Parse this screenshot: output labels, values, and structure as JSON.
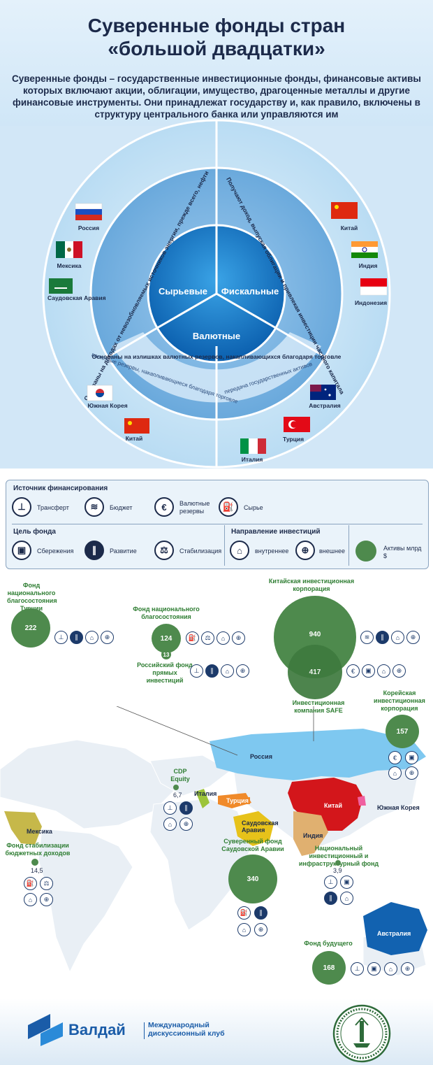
{
  "header": {
    "title_line1": "Суверенные фонды стран",
    "title_line2": "«большой двадцатки»",
    "intro": "Суверенные фонды – государственные инвестиционные фонды, финансовые активы которых включают акции, облигации, имущество, драгоценные металлы и другие финансовые инструменты. Они принадлежат государству и, как правило, включены в структуру центрального банка или управляются им"
  },
  "wheel": {
    "center_raw": "Сырьевые",
    "center_fiscal": "Фискальные",
    "center_currency": "Валютные",
    "ring_raw": "Основаны на доходах от невозобновляемых источников энергии, прежде всего, нефти",
    "ring_fiscal": "Получают доход, выпуская облигации и привлекая инвестиции частного капитала",
    "ring_currency": "Основаны на излишках валютных резервов, накапливающихся благодаря торговле",
    "sub_left": "валютные резервы, накапливающиеся благодаря торговле",
    "sub_right": "передача государственных активов",
    "countries": {
      "russia": "Россия",
      "mexico": "Мексика",
      "saudi": "Саудовская Аравия",
      "china_top": "Китай",
      "india": "Индия",
      "indonesia": "Индонезия",
      "korea": "Южная Корея",
      "china_bottom": "Китай",
      "australia": "Австралия",
      "turkey": "Турция",
      "italy": "Италия"
    }
  },
  "legend": {
    "funding_title": "Источник финансирования",
    "funding": [
      "Трансферт",
      "Бюджет",
      "Валютные резервы",
      "Сырье"
    ],
    "purpose_title": "Цель фонда",
    "purpose": [
      "Сбережения",
      "Развитие",
      "Стабилизация"
    ],
    "direction_title": "Направление инвестиций",
    "direction": [
      "внутреннее",
      "внешнее"
    ],
    "assets_label": "Активы млрд $"
  },
  "icons": {
    "transfer": "stamp-icon",
    "budget": "coins-icon",
    "reserves": "currency-exchange-icon",
    "raw": "oil-pump-icon",
    "savings": "safe-icon",
    "development": "road-icon",
    "stabilization": "scales-icon",
    "domestic": "house-icon",
    "foreign": "globe-icon"
  },
  "colors": {
    "fund_green": "#4e8a4d",
    "title_green": "#2e7d32",
    "navy": "#1c2a4a",
    "russia": "#7ec8f0",
    "china": "#d3161b",
    "india": "#e0b070",
    "saudi": "#e7c21a",
    "turkey": "#f08a2a",
    "mexico": "#c6b84a",
    "italy": "#9cc43a",
    "australia": "#1262b0",
    "korea": "#f060a0"
  },
  "funds": {
    "turkey_name": "Фонд национального благосостояния Турции",
    "turkey_value": "222",
    "russia_nwf_name": "Фонд национального благосостояния",
    "russia_nwf_value": "124",
    "rdif_name": "Российский фонд прямых инвестиций",
    "rdif_value": "13",
    "cic_name": "Китайская инвестиционная корпорация",
    "cic_value": "940",
    "safe_name": "Инвестиционная компания SAFE",
    "safe_value": "417",
    "kic_name": "Корейская инвестиционная корпорация",
    "kic_value": "157",
    "cdp_name": "CDP Equity",
    "cdp_value": "6,7",
    "mexico_name": "Фонд стабилизации бюджетных доходов",
    "mexico_value": "14,5",
    "saudi_name": "Суверенный фонд Саудовской Аравии",
    "saudi_value": "340",
    "india_name": "Национальный инвестиционный и инфраструктурный фонд",
    "india_value": "3,9",
    "australia_name": "Фонд будущего",
    "australia_value": "168"
  },
  "map_labels": {
    "russia": "Россия",
    "italy": "Италия",
    "turkey": "Турция",
    "china": "Китай",
    "korea": "Южная Корея",
    "mexico": "Мексика",
    "saudi": "Саудовская Аравия",
    "india": "Индия",
    "australia": "Австралия"
  },
  "footer": {
    "brand": "Валдай",
    "brand_sub1": "Международный",
    "brand_sub2": "дискуссионный клуб"
  }
}
